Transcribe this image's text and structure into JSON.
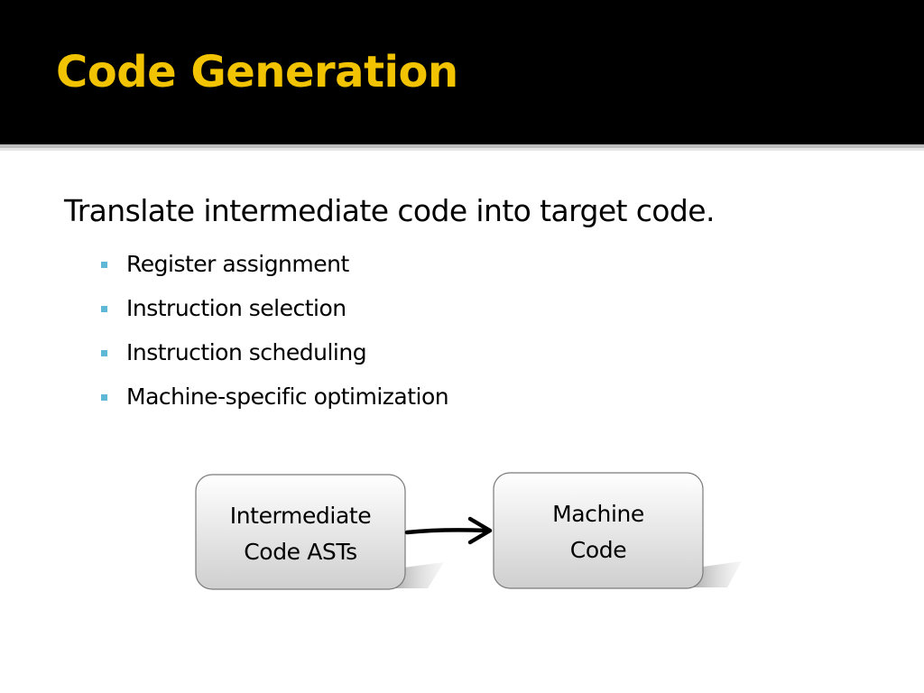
{
  "slide": {
    "title": "Code Generation",
    "main_point": "Translate intermediate code into target code.",
    "bullets": [
      "Register assignment",
      "Instruction selection",
      "Instruction scheduling",
      "Machine-specific optimization"
    ]
  },
  "diagram": {
    "source_node": {
      "line1": "Intermediate",
      "line2": "Code ASTs"
    },
    "target_node": {
      "line1": "Machine",
      "line2": "Code"
    }
  },
  "colors": {
    "title_background": "#000000",
    "title_text": "#f2c300",
    "bullet_marker": "#5fb8d6",
    "node_fill_top": "#ffffff",
    "node_fill_bottom": "#cfcfcf",
    "node_border": "#7a7a7a"
  }
}
